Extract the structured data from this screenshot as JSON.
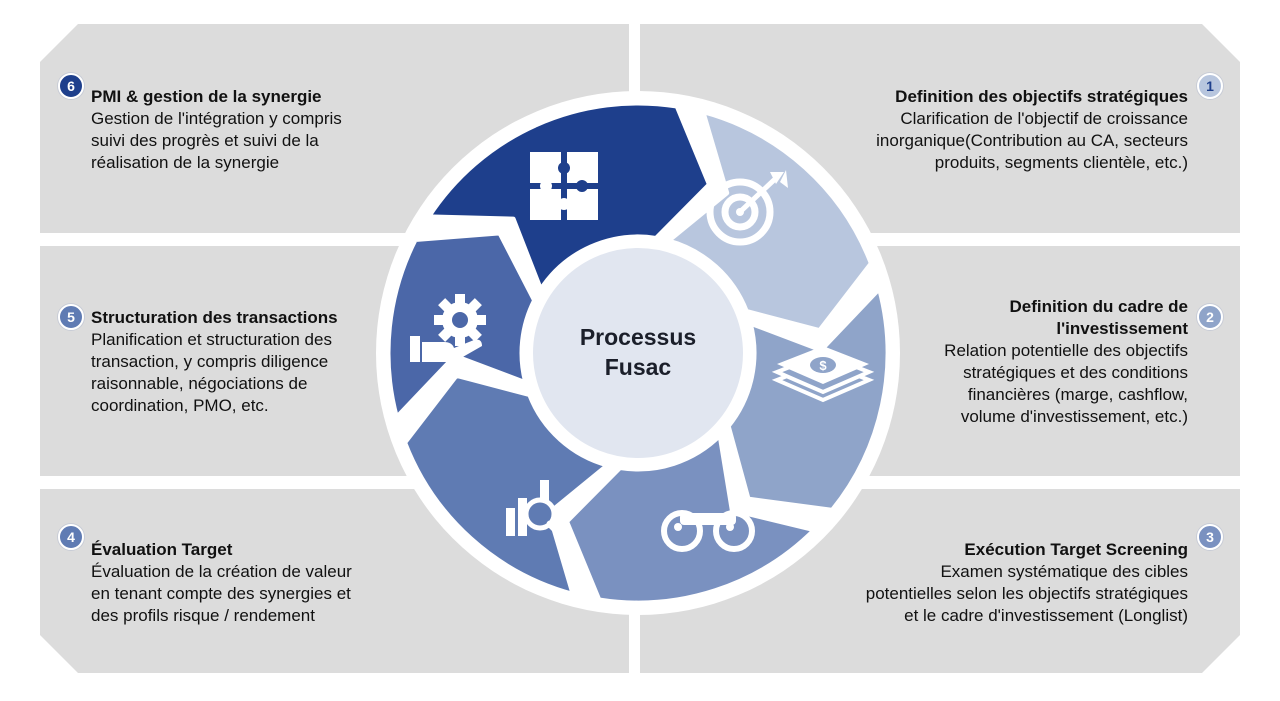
{
  "diagram": {
    "center": {
      "line1": "Processus",
      "line2": "Fusac"
    },
    "colors": {
      "panel": "#dcdcdc",
      "center_fill": "#e1e6f0",
      "ring_bg": "#ffffff",
      "segment_1": "#b8c6de",
      "segment_2": "#8fa4c9",
      "segment_3": "#7a91c0",
      "segment_4": "#5f7bb3",
      "segment_5": "#4b67a8",
      "segment_6": "#1e3f8c",
      "badge_dark": "#1e3f8c",
      "badge_mid": "#5f7bb3",
      "badge_light": "#b8c6de"
    },
    "steps": [
      {
        "number": "1",
        "title": "Definition des objectifs stratégiques",
        "lines": [
          "Clarification de l'objectif de croissance",
          "inorganique(Contribution au CA, secteurs",
          "produits, segments clientèle, etc.)"
        ],
        "icon": "target-icon"
      },
      {
        "number": "2",
        "title_lines": [
          "Definition du cadre de",
          "l'investissement"
        ],
        "lines": [
          "Relation potentielle des objectifs",
          "stratégiques et des conditions",
          "financières (marge, cashflow,",
          "volume d'investissement, etc.)"
        ],
        "icon": "money-stack-icon"
      },
      {
        "number": "3",
        "title": "Exécution Target Screening",
        "lines": [
          "Examen systématique des cibles",
          "potentielles selon les objectifs stratégiques",
          "et le cadre d'investissement (Longlist)"
        ],
        "icon": "binoculars-icon"
      },
      {
        "number": "4",
        "title": "Évaluation Target",
        "lines": [
          "Évaluation de la création de valeur",
          "en tenant compte des synergies et",
          "des profils risque / rendement"
        ],
        "icon": "chart-magnifier-icon"
      },
      {
        "number": "5",
        "title": "Structuration des transactions",
        "lines": [
          "Planification et structuration des",
          "transaction, y compris diligence",
          "raisonnable, négociations de",
          "coordination, PMO, etc."
        ],
        "icon": "gear-hand-icon"
      },
      {
        "number": "6",
        "title": "PMI & gestion de la synergie",
        "lines": [
          "Gestion de l'intégration y compris",
          "suivi des progrès et suivi de la",
          "réalisation de la synergie"
        ],
        "icon": "puzzle-icon"
      }
    ]
  }
}
